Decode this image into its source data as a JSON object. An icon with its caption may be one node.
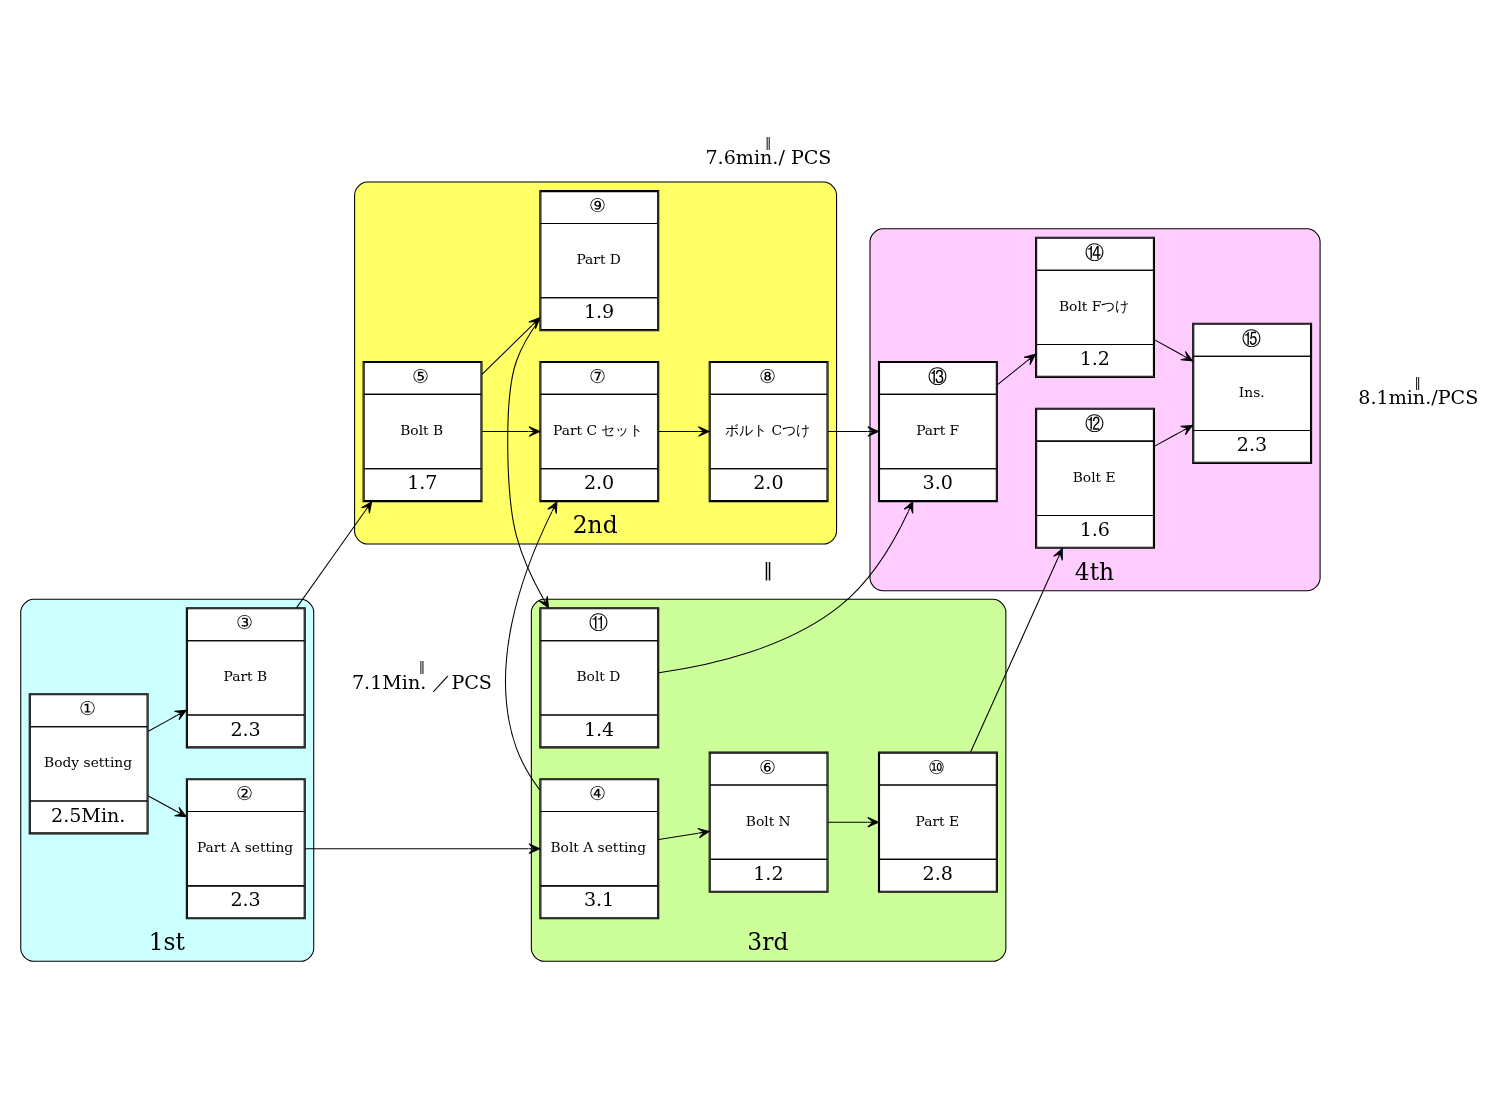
{
  "diagram": {
    "nodes": [
      {
        "text": [
          "1st"
        ],
        "beside": [
          "‖",
          "7.1Min. ／PCS"
        ]
      },
      {
        "text": [
          "①",
          "Body setting",
          "2.5Min."
        ],
        "in": 0
      },
      {
        "text": [
          "②",
          "Part A setting",
          "2.3"
        ],
        "in": 0
      },
      {
        "text": [
          "③",
          "Part B",
          "2.3"
        ],
        "in": 0
      },
      {
        "text": [
          "3rd"
        ],
        "beside": [
          "‖"
        ]
      },
      {
        "text": [
          "④",
          "Bolt A setting",
          "3.1"
        ],
        "in": 4
      },
      {
        "text": [
          "⑥",
          "Bolt N",
          "1.2"
        ],
        "in": 4
      },
      {
        "text": [
          "⑩",
          "Part E",
          "2.8"
        ],
        "in": 4
      },
      {
        "text": [
          "⑪",
          "Bolt D",
          "1.4"
        ],
        "in": 4
      },
      {
        "text": [
          "2nd"
        ],
        "beside": [
          "‖",
          "7.6min./ PCS"
        ]
      },
      {
        "text": [
          "⑤",
          "Bolt B",
          "1.7"
        ],
        "in": 9
      },
      {
        "text": [
          "⑦",
          "Part C セット",
          "2.0"
        ],
        "in": 9
      },
      {
        "text": [
          "⑧",
          "ボルト Cつけ",
          "2.0"
        ],
        "in": 9
      },
      {
        "text": [
          "⑨",
          "Part D",
          "1.9"
        ],
        "in": 9
      },
      {
        "text": [
          "4th"
        ],
        "beside": [
          "‖",
          "8.1min./PCS"
        ]
      },
      {
        "text": [
          "⑫",
          "Bolt E",
          "1.6"
        ],
        "in": 14
      },
      {
        "text": [
          "⑬",
          "Part F",
          "3.0"
        ],
        "in": 14
      },
      {
        "text": [
          "⑭",
          "Bolt Fつけ",
          "1.2"
        ],
        "in": 14
      },
      {
        "text": [
          "⑮",
          "Ins.",
          "2.3"
        ],
        "in": 14
      }
    ],
    "edges": [
      {
        "from": 1,
        "to": 2,
        "arrow": "to"
      },
      {
        "from": 1,
        "to": 3,
        "arrow": "to"
      },
      {
        "from": 2,
        "to": 5,
        "arrow": "to"
      },
      {
        "from": 3,
        "to": 10,
        "arrow": "to"
      },
      {
        "from": 5,
        "to": 6,
        "arrow": "to"
      },
      {
        "from": 5,
        "to": 11,
        "arrow": "to"
      },
      {
        "from": 6,
        "to": 7,
        "arrow": "to"
      },
      {
        "from": 7,
        "to": 15,
        "arrow": "to"
      },
      {
        "from": 10,
        "to": 11,
        "arrow": "to"
      },
      {
        "from": 10,
        "to": 13,
        "arrow": "to"
      },
      {
        "from": 11,
        "to": 12,
        "arrow": "to"
      },
      {
        "from": 12,
        "to": 16,
        "arrow": "to"
      },
      {
        "from": 13,
        "to": 8,
        "arrow": "to"
      },
      {
        "from": 8,
        "to": 16,
        "arrow": "to"
      },
      {
        "from": 15,
        "to": 18,
        "arrow": "to"
      },
      {
        "from": 16,
        "to": 17,
        "arrow": "to"
      },
      {
        "from": 17,
        "to": 18,
        "arrow": "to"
      }
    ]
  }
}
